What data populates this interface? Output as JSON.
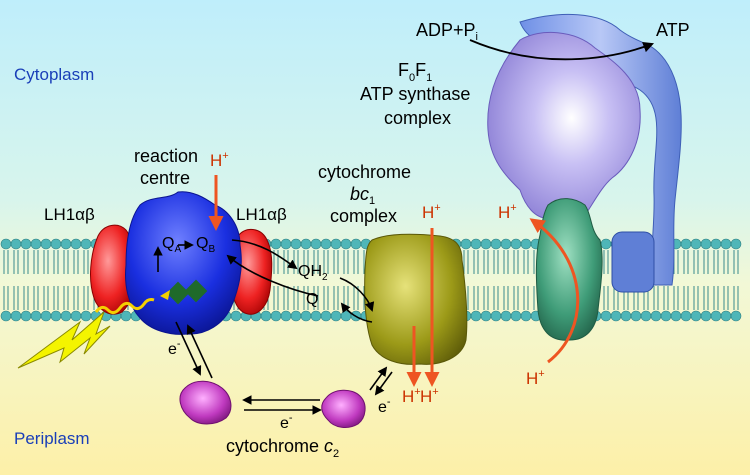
{
  "regions": {
    "top": "Cytoplasm",
    "bottom": "Periplasm"
  },
  "labels": {
    "reaction_centre_line1": "reaction",
    "reaction_centre_line2": "centre",
    "lh1_left": "LH1αβ",
    "lh1_right": "LH1αβ",
    "qa": "Q",
    "qa_sub": "A",
    "qb": "Q",
    "qb_sub": "B",
    "qh2": "QH",
    "qh2_sub": "2",
    "q": "Q",
    "cyt_bc1_line1": "cytochrome",
    "cyt_bc1_line2": "bc",
    "cyt_bc1_line2_sub": "1",
    "cyt_bc1_line3": "complex",
    "atp_synthase_line1": "F",
    "atp_synthase_f0": "0",
    "atp_synthase_f": "F",
    "atp_synthase_f1": "1",
    "atp_synthase_line2": "ATP synthase",
    "atp_synthase_line3": "complex",
    "adp_pi": "ADP+P",
    "adp_pi_sub": "i",
    "atp": "ATP",
    "proton": "H",
    "proton_sup": "+",
    "electron": "e",
    "electron_sup": "-",
    "cyt_c2": "cytochrome ",
    "cyt_c2_italic": "c",
    "cyt_c2_sub": "2"
  },
  "colors": {
    "cytoplasm_top": "#c8f0fa",
    "periplasm_bottom": "#fdf3b0",
    "membrane_head": "#4fb6b8",
    "reaction_centre": "#1a2fe0",
    "lh1": "#ee2222",
    "cyt_bc1": "#9c9a18",
    "atp_synthase_f1": "#9a8fe0",
    "atp_synthase_f0": "#3f9c78",
    "stalk": "#7f9fe6",
    "cyt_c2": "#c03ac0",
    "proton_arrow": "#ee5522",
    "region_text": "#1a3fb8",
    "lightning": "#f4f400"
  }
}
